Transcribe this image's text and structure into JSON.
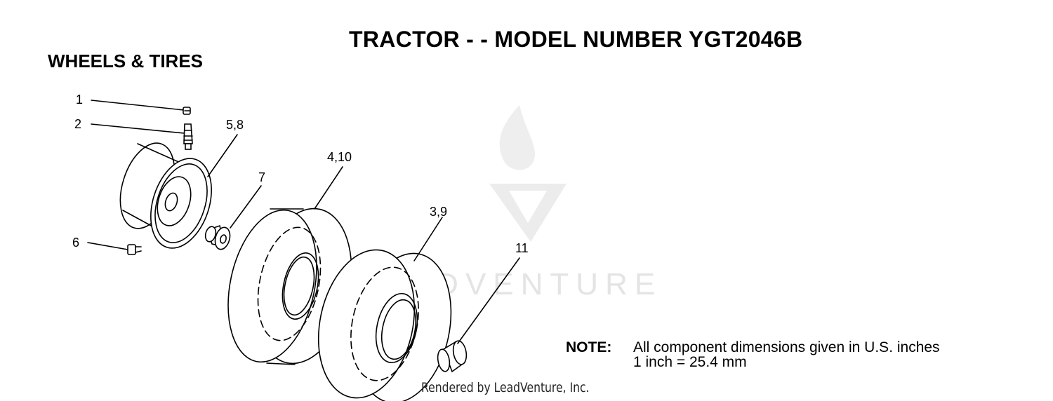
{
  "page": {
    "title": "TRACTOR - - MODEL NUMBER YGT2046B",
    "section": "WHEELS & TIRES"
  },
  "callouts": [
    {
      "id": "c1",
      "label": "1"
    },
    {
      "id": "c2",
      "label": "2"
    },
    {
      "id": "c58",
      "label": "5,8"
    },
    {
      "id": "c7",
      "label": "7"
    },
    {
      "id": "c410",
      "label": "4,10"
    },
    {
      "id": "c39",
      "label": "3,9"
    },
    {
      "id": "c6",
      "label": "6"
    },
    {
      "id": "c11",
      "label": "11"
    }
  ],
  "note": {
    "label": "NOTE:",
    "line1": "All component dimensions given in U.S. inches",
    "line2": "1 inch = 25.4 mm"
  },
  "watermark": {
    "text": "LEADVENTURE"
  },
  "footer": {
    "rendered_by": "Rendered by LeadVenture, Inc."
  },
  "colors": {
    "ink": "#000000",
    "watermark": "#e4e4e4"
  }
}
